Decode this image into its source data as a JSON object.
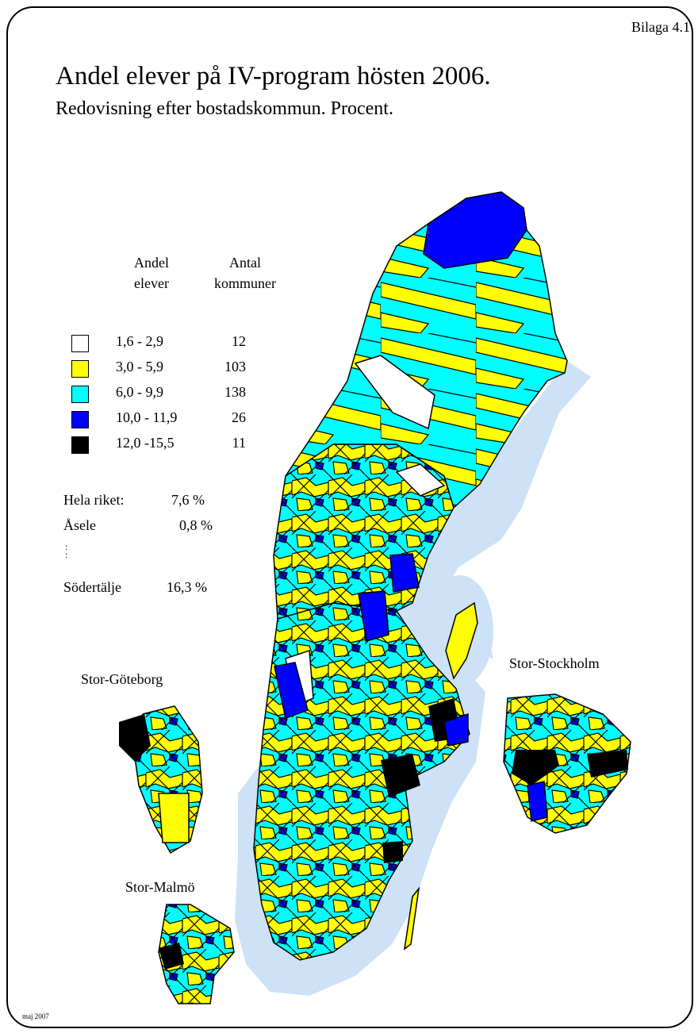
{
  "badge": "Bilaga 4.1",
  "title": "Andel elever på IV-program hösten 2006.",
  "subtitle": "Redovisning efter bostadskommun. Procent.",
  "legend": {
    "header_col1_line1": "Andel",
    "header_col1_line2": "elever",
    "header_col2_line1": "Antal",
    "header_col2_line2": "kommuner",
    "classes": [
      {
        "range": "1,6  -  2,9",
        "count": "12",
        "color": "#ffffff"
      },
      {
        "range": "3,0  -  5,9",
        "count": "103",
        "color": "#ffff00"
      },
      {
        "range": "6,0  -  9,9",
        "count": "138",
        "color": "#00ffff"
      },
      {
        "range": "10,0  - 11,9",
        "count": "26",
        "color": "#0000ff"
      },
      {
        "range": "12,0  -15,5",
        "count": "11",
        "color": "#000000"
      }
    ]
  },
  "stats": [
    {
      "label": "Hela riket:",
      "value": "7,6 %"
    },
    {
      "label": "Åsele",
      "value": "0,8 %"
    },
    {
      "label": "Södertälje",
      "value": "16,3 %"
    }
  ],
  "dots": ":\n:",
  "regions": {
    "goteborg": "Stor-Göteborg",
    "stockholm": "Stor-Stockholm",
    "malmo": "Stor-Malmö"
  },
  "footer": "maj 2007",
  "colors": {
    "water": "#cde1f7",
    "border": "#000000"
  }
}
